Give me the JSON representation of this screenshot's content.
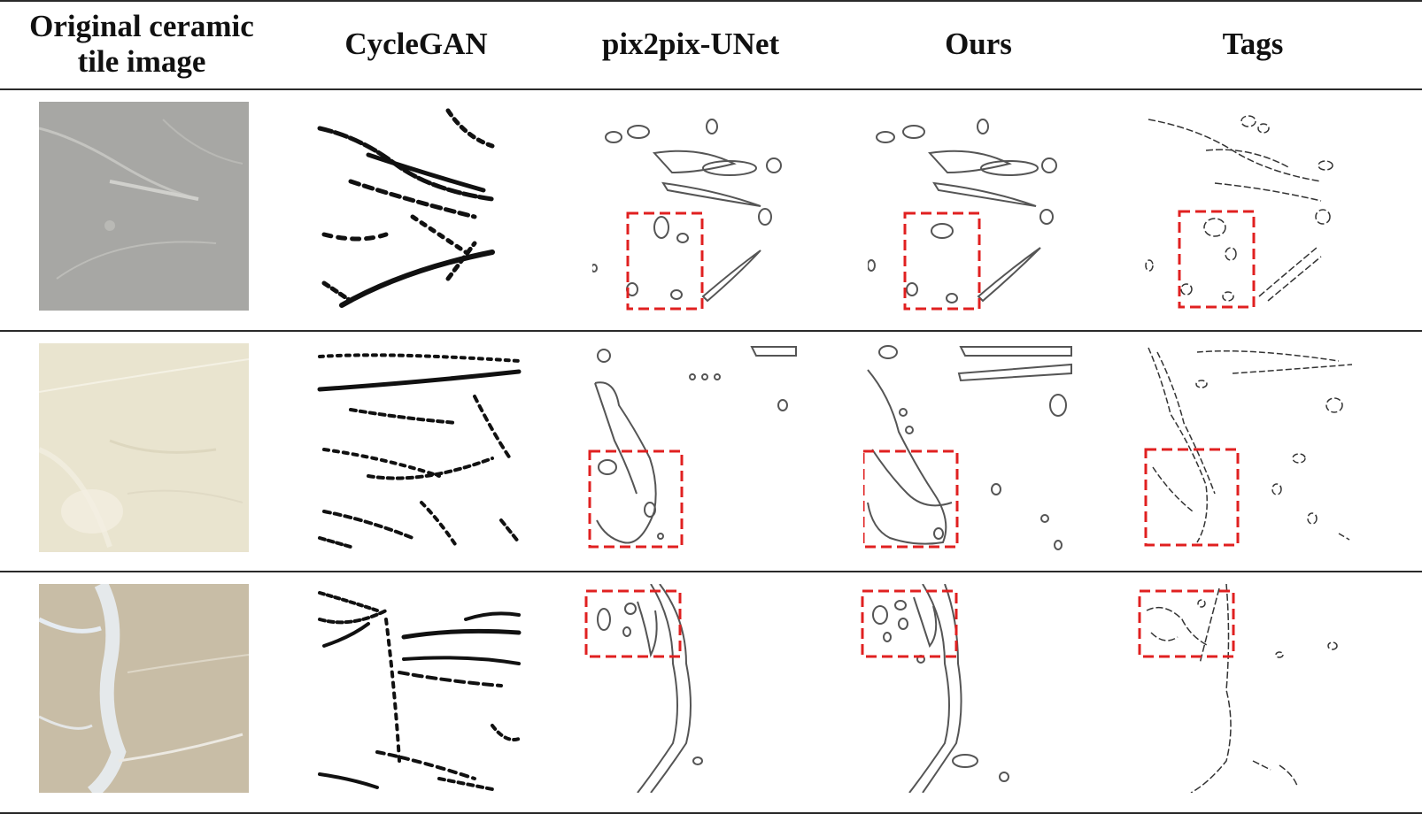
{
  "columns": [
    {
      "key": "original",
      "label": "Original ceramic tile image"
    },
    {
      "key": "cyclegan",
      "label": "CycleGAN"
    },
    {
      "key": "pix2pix",
      "label": "pix2pix-UNet"
    },
    {
      "key": "ours",
      "label": "Ours"
    },
    {
      "key": "tags",
      "label": "Tags"
    }
  ],
  "rows": [
    {
      "tile_color": "#a7a7a4"
    },
    {
      "tile_color": "#e9e4cf"
    },
    {
      "tile_color": "#c8bda6"
    }
  ],
  "colors": {
    "rule": "#2a2a2a",
    "edge_line": "#555555",
    "cyclegan_mark": "#111111",
    "highlight_box": "#e02020"
  }
}
